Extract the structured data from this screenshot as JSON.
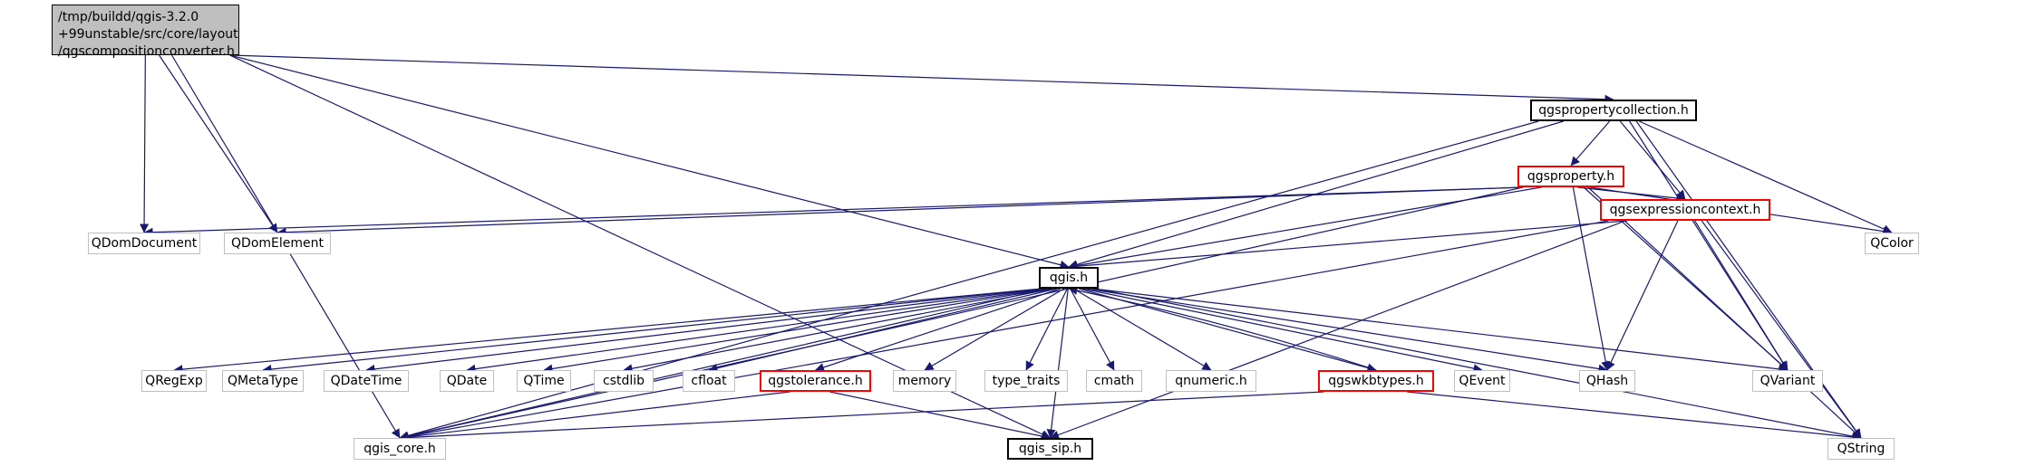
{
  "colors": {
    "edge": "#191970",
    "root_fill": "#bfbfbf",
    "std_border": "#bfbfbf",
    "doc_border": "#000000",
    "incomplete_border": "#ff0000"
  },
  "nodes": {
    "root": {
      "lines": [
        "/tmp/buildd/qgis-3.2.0",
        "+99unstable/src/core/layout",
        "/qgscompositionconverter.h"
      ]
    },
    "qgspropertycollection": {
      "label": "qgspropertycollection.h"
    },
    "qgsproperty": {
      "label": "qgsproperty.h"
    },
    "qgsexpressioncontext": {
      "label": "qgsexpressioncontext.h"
    },
    "qgis": {
      "label": "qgis.h"
    },
    "qgstolerance": {
      "label": "qgstolerance.h"
    },
    "qgswkbtypes": {
      "label": "qgswkbtypes.h"
    },
    "qgis_core": {
      "label": "qgis_core.h"
    },
    "qgis_sip": {
      "label": "qgis_sip.h"
    },
    "QDomDocument": {
      "label": "QDomDocument"
    },
    "QDomElement": {
      "label": "QDomElement"
    },
    "QColor": {
      "label": "QColor"
    },
    "QRegExp": {
      "label": "QRegExp"
    },
    "QMetaType": {
      "label": "QMetaType"
    },
    "QDateTime": {
      "label": "QDateTime"
    },
    "QDate": {
      "label": "QDate"
    },
    "QTime": {
      "label": "QTime"
    },
    "cstdlib": {
      "label": "cstdlib"
    },
    "cfloat": {
      "label": "cfloat"
    },
    "memory": {
      "label": "memory"
    },
    "type_traits": {
      "label": "type_traits"
    },
    "cmath": {
      "label": "cmath"
    },
    "qnumeric": {
      "label": "qnumeric.h"
    },
    "QEvent": {
      "label": "QEvent"
    },
    "QHash": {
      "label": "QHash"
    },
    "QVariant": {
      "label": "QVariant"
    },
    "QString": {
      "label": "QString"
    }
  },
  "edges": [
    [
      "root",
      "qgspropertycollection"
    ],
    [
      "root",
      "QDomDocument"
    ],
    [
      "root",
      "QDomElement"
    ],
    [
      "root",
      "qgis"
    ],
    [
      "root",
      "qgis_core"
    ],
    [
      "root",
      "qgis_sip"
    ],
    [
      "qgspropertycollection",
      "qgsproperty"
    ],
    [
      "qgspropertycollection",
      "qgsexpressioncontext"
    ],
    [
      "qgspropertycollection",
      "qgis"
    ],
    [
      "qgspropertycollection",
      "qgis_core"
    ],
    [
      "qgspropertycollection",
      "QColor"
    ],
    [
      "qgspropertycollection",
      "QVariant"
    ],
    [
      "qgspropertycollection",
      "QString"
    ],
    [
      "qgsproperty",
      "QDomDocument"
    ],
    [
      "qgsproperty",
      "QDomElement"
    ],
    [
      "qgsproperty",
      "qgsexpressioncontext"
    ],
    [
      "qgsproperty",
      "qgis"
    ],
    [
      "qgsproperty",
      "qgis_core"
    ],
    [
      "qgsproperty",
      "QColor"
    ],
    [
      "qgsproperty",
      "QHash"
    ],
    [
      "qgsproperty",
      "QVariant"
    ],
    [
      "qgsproperty",
      "QString"
    ],
    [
      "qgsexpressioncontext",
      "qgis"
    ],
    [
      "qgsexpressioncontext",
      "qgis_core"
    ],
    [
      "qgsexpressioncontext",
      "qgis_sip"
    ],
    [
      "qgsexpressioncontext",
      "QHash"
    ],
    [
      "qgsexpressioncontext",
      "QVariant"
    ],
    [
      "qgsexpressioncontext",
      "QString"
    ],
    [
      "qgis",
      "QRegExp"
    ],
    [
      "qgis",
      "QMetaType"
    ],
    [
      "qgis",
      "QDateTime"
    ],
    [
      "qgis",
      "QDate"
    ],
    [
      "qgis",
      "QTime"
    ],
    [
      "qgis",
      "cstdlib"
    ],
    [
      "qgis",
      "cfloat"
    ],
    [
      "qgis",
      "qgstolerance"
    ],
    [
      "qgis",
      "memory"
    ],
    [
      "qgis",
      "type_traits"
    ],
    [
      "qgis",
      "cmath"
    ],
    [
      "qgis",
      "qnumeric"
    ],
    [
      "qgis",
      "qgswkbtypes"
    ],
    [
      "qgis",
      "QEvent"
    ],
    [
      "qgis",
      "QHash"
    ],
    [
      "qgis",
      "QVariant"
    ],
    [
      "qgis",
      "QString"
    ],
    [
      "qgis",
      "qgis_core"
    ],
    [
      "qgis",
      "qgis_sip"
    ],
    [
      "qgstolerance",
      "qgis_core"
    ],
    [
      "qgstolerance",
      "qgis_sip"
    ],
    [
      "qgswkbtypes",
      "qgis"
    ],
    [
      "qgswkbtypes",
      "qgis_core"
    ],
    [
      "qgswkbtypes",
      "QString"
    ]
  ]
}
